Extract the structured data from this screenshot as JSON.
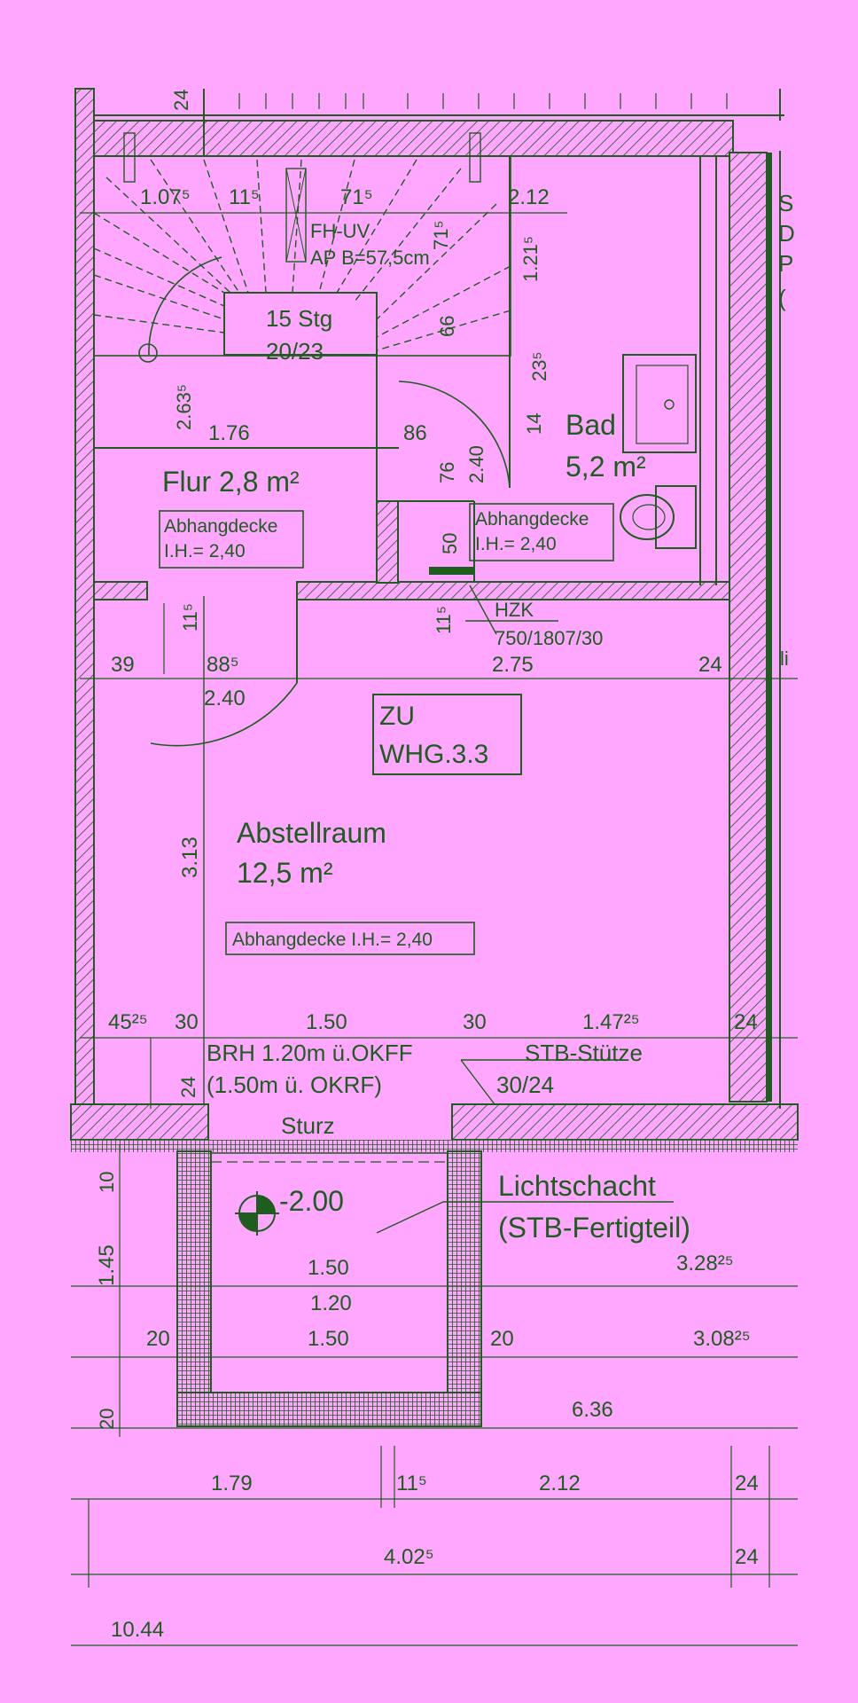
{
  "colors": {
    "background": "#ffa6ff",
    "ink": "#1d5d1d"
  },
  "rooms": {
    "flur": {
      "name": "Flur  2,8 m²",
      "ceiling_l1": "Abhangdecke",
      "ceiling_l2": "I.H.= 2,40"
    },
    "bad": {
      "name_l1": "Bad",
      "name_l2": "5,2 m²",
      "ceiling_l1": "Abhangdecke",
      "ceiling_l2": "I.H.= 2,40"
    },
    "abstellraum": {
      "name_l1": "Abstellraum",
      "name_l2": "12,5 m²",
      "ceiling": "Abhangdecke I.H.= 2,40"
    }
  },
  "stair": {
    "steps": "15 Stg",
    "ratio": "20/23"
  },
  "fh_uv": {
    "line1": "FH-UV",
    "line2": "AP B=57,5cm"
  },
  "zu_box": {
    "line1": "ZU",
    "line2": "WHG.3.3"
  },
  "hzk": {
    "line1": "HZK",
    "line2": "750/1807/30"
  },
  "window": {
    "line1": "BRH 1.20m ü.OKFF",
    "line2": "(1.50m ü. OKRF)"
  },
  "column": {
    "line1": "STB-Stütze",
    "line2": "30/24"
  },
  "lintel": "Sturz",
  "level": "-2.00",
  "shaft": {
    "line1": "Lichtschacht",
    "line2": "(STB-Fertigteil)"
  },
  "dims": {
    "top_wall": "24",
    "stair_w1": "1.07⁵",
    "stair_w2": "11⁵",
    "stair_w3": "71⁵",
    "bad_w": "2.12",
    "v71": "71⁵",
    "v121": "1.21⁵",
    "v66": "66",
    "v23": "23⁵",
    "v14": "14",
    "v263": "2.63⁵",
    "w176": "1.76",
    "w86": "86",
    "v76": "76",
    "v240d": "2.40",
    "v50": "50",
    "v115a": "11⁵",
    "v115b": "11⁵",
    "w39": "39",
    "w885": "88⁵",
    "w240": "2.40",
    "w275": "2.75",
    "w24r": "24",
    "v313": "3.13",
    "w45": "45²⁵",
    "w30a": "30",
    "w150": "1.50",
    "w30b": "30",
    "w147": "1.47²⁵",
    "w24b": "24",
    "v24": "24",
    "v10": "10",
    "v145": "1.45",
    "v20": "20",
    "s150a": "1.50",
    "s120": "1.20",
    "s150b": "1.50",
    "s20l": "20",
    "s20r": "20",
    "d328": "3.28²⁵",
    "d308": "3.08²⁵",
    "d636": "6.36",
    "d179": "1.79",
    "d115": "11⁵",
    "d212": "2.12",
    "d24a": "24",
    "d4025": "4.02⁵",
    "d24b": "24",
    "d1044": "10.44",
    "cut_s": "S",
    "cut_d": "D",
    "cut_p": "P",
    "cut_paren": "(",
    "cut_li": "li"
  }
}
